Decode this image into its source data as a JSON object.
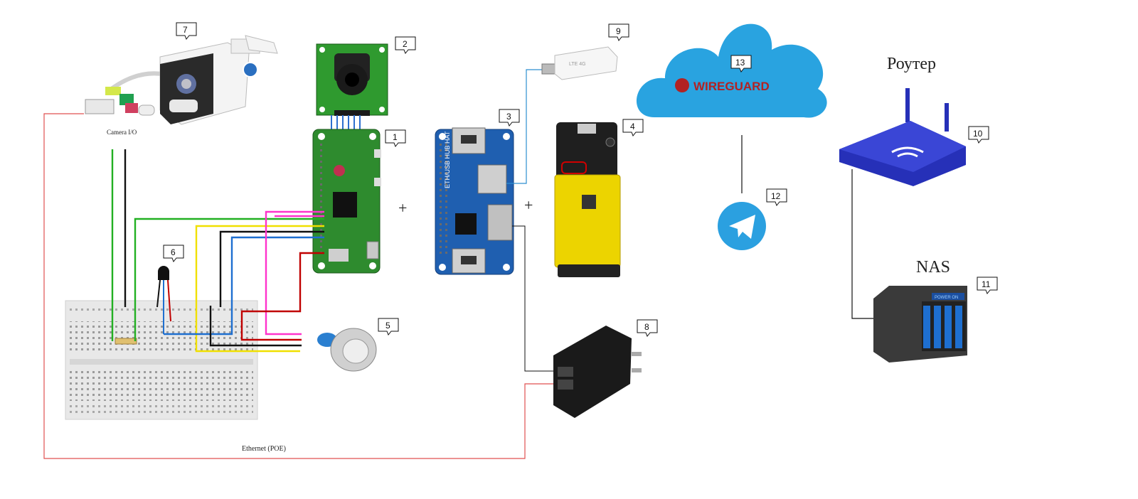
{
  "labels": {
    "camera_io": "Camera I/O",
    "ethernet_poe": "Ethernet (POE)",
    "router": "Роутер",
    "nas": "NAS",
    "wireguard": "WIREGUARD",
    "plus1": "+",
    "plus2": "+",
    "lte": "LTE 4G",
    "nas_screen": "POWER ON",
    "eth_hat": "ETH/USB HUB HAT"
  },
  "callouts": {
    "c1": "1",
    "c2": "2",
    "c3": "3",
    "c4": "4",
    "c5": "5",
    "c6": "6",
    "c7": "7",
    "c8": "8",
    "c9": "9",
    "c10": "10",
    "c11": "11",
    "c12": "12",
    "c13": "13"
  },
  "colors": {
    "pcb_green": "#2e8b2e",
    "hat_blue": "#1f5fb0",
    "cloud_blue": "#29a3e0",
    "telegram_blue": "#2ba0e0",
    "router_blue": "#2630b8",
    "wire_red": "#c00000",
    "wire_black": "#111111",
    "wire_green": "#22b022",
    "wire_yellow": "#f0e000",
    "wire_blue": "#1e6fd0",
    "wire_magenta": "#ff33cc",
    "poe_line": "#e05050"
  }
}
